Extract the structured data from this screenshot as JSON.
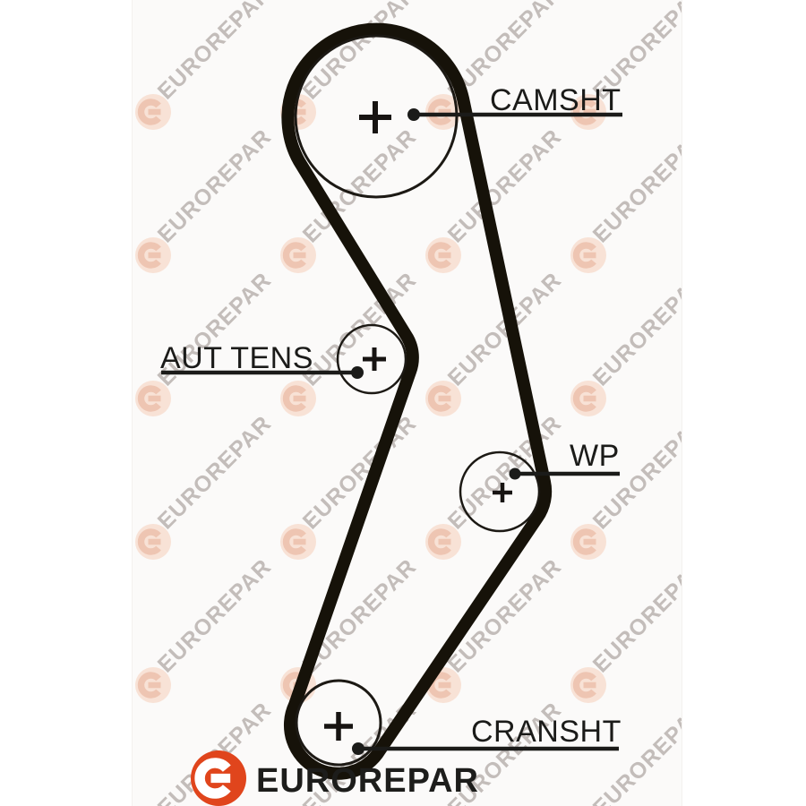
{
  "diagram": {
    "labels": {
      "camshaft": "CAMSHT",
      "auto_tensioner": "AUT TENS",
      "water_pump": "WP",
      "crankshaft": "CRANSHT"
    }
  },
  "brand": {
    "wordmark": "EUROREPAR"
  },
  "watermark": {
    "text": "EUROREPAR"
  },
  "colors": {
    "belt": "#161209",
    "line": "#1b1b19",
    "orange_logo": "#e0451c",
    "watermark_text": "#b6aeab",
    "watermark_peach": "#f8e2d6",
    "watermark_glyph": "#eec5b2"
  }
}
